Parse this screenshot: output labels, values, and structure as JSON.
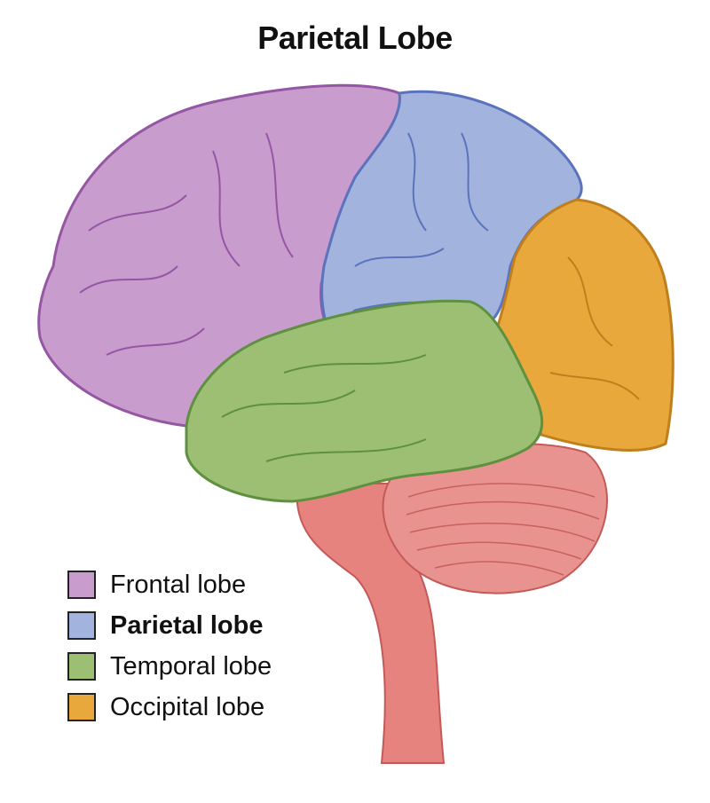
{
  "title": "Parietal Lobe",
  "legend": [
    {
      "label": "Frontal lobe",
      "color": "#c89ccc",
      "bold": false
    },
    {
      "label": "Parietal lobe",
      "color": "#a2b4de",
      "bold": true
    },
    {
      "label": "Temporal lobe",
      "color": "#9dbf74",
      "bold": false
    },
    {
      "label": "Occipital lobe",
      "color": "#e8a83c",
      "bold": false
    }
  ]
}
